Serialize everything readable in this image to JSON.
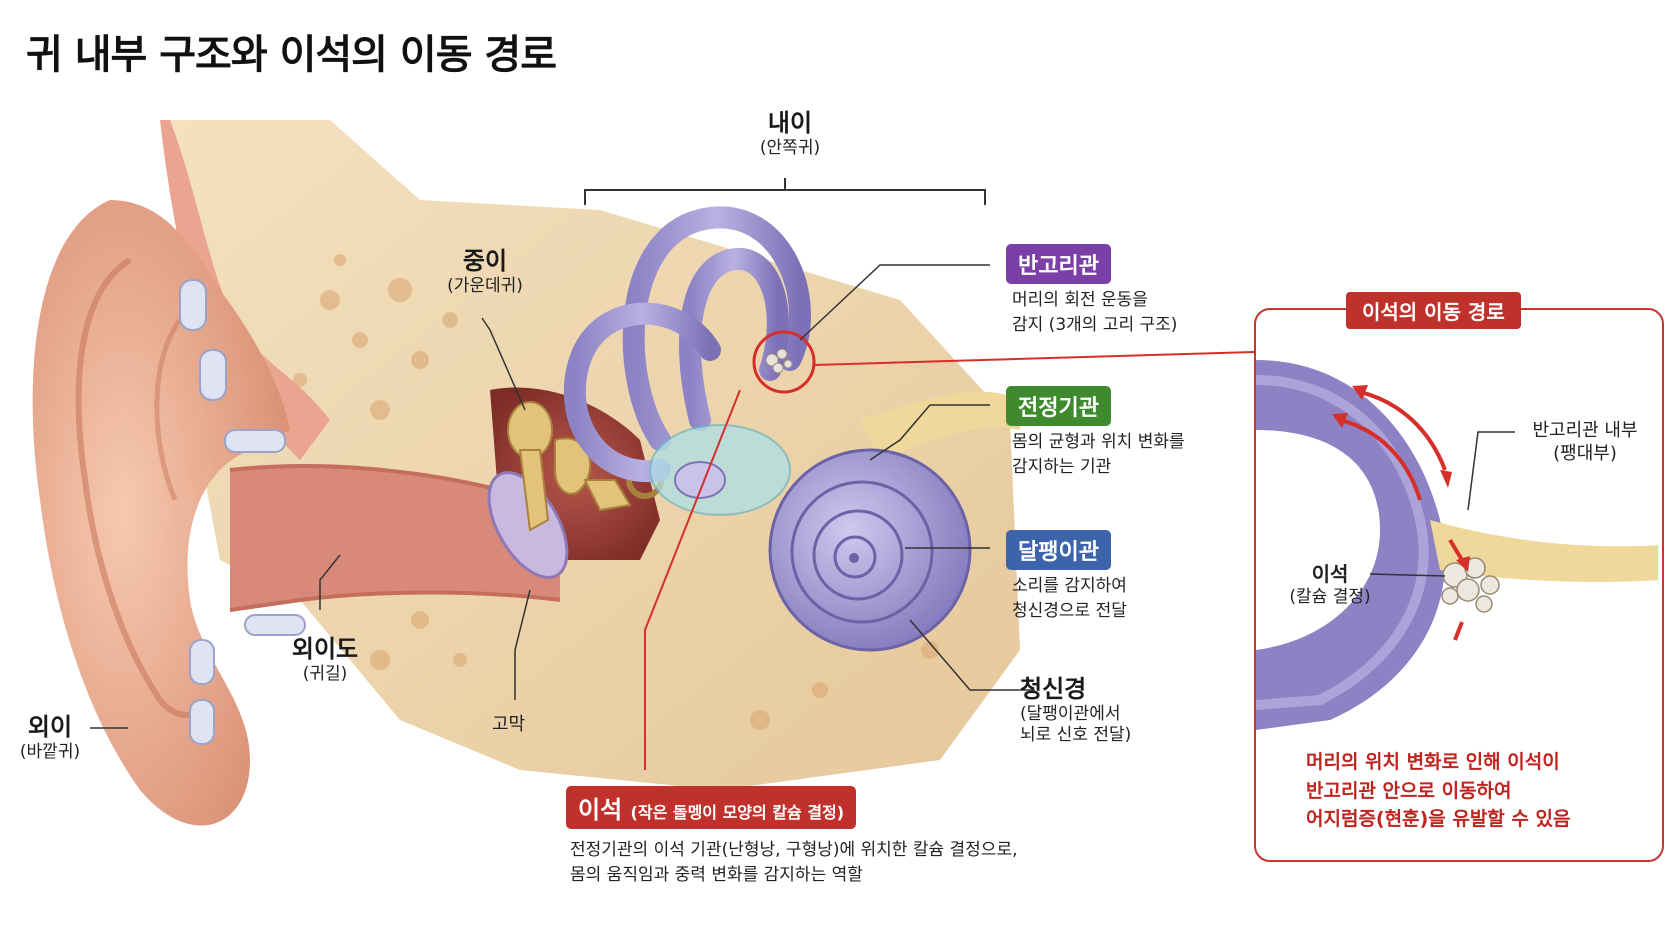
{
  "title": "귀 내부 구조와 이석의 이동 경로",
  "labels": {
    "inner_ear": {
      "name": "내이",
      "sub": "(안쪽귀)"
    },
    "middle_ear": {
      "name": "중이",
      "sub": "(가운데귀)"
    },
    "outer_ear": {
      "name": "외이",
      "sub": "(바깥귀)"
    },
    "ear_canal": {
      "name": "외이도",
      "sub": "(귀길)"
    },
    "eardrum": {
      "name": "고막"
    },
    "auditory_nerve": {
      "name": "청신경",
      "sub1": "(달팽이관에서",
      "sub2": "뇌로 신호 전달)"
    }
  },
  "tags": {
    "semicircular": {
      "name": "반고리관",
      "desc1": "머리의 회전 운동을",
      "desc2": "감지 (3개의 고리 구조)",
      "color": "#7b3fa8"
    },
    "vestibule": {
      "name": "전정기관",
      "desc1": "몸의 균형과 위치 변화를",
      "desc2": "감지하는 기관",
      "color": "#3f8a2f"
    },
    "cochlea": {
      "name": "달팽이관",
      "desc1": "소리를 감지하여",
      "desc2": "청신경으로 전달",
      "color": "#3d63a8"
    },
    "otolith": {
      "name": "이석",
      "name_sub": "(작은 돌멩이 모양의 칼슘 결정)",
      "desc1": "전정기관의 이석 기관(난형낭, 구형낭)에 위치한 칼슘 결정으로,",
      "desc2": "몸의 움직임과 중력 변화를 감지하는 역할",
      "color": "#c0312b"
    }
  },
  "inset": {
    "title": "이석의 이동 경로",
    "canal_label": "반고리관 내부",
    "canal_label_sub": "(팽대부)",
    "otolith_label": "이석",
    "otolith_label_sub": "(칼슘 결정)",
    "note1": "머리의 위치 변화로 인해 이석이",
    "note2": "반고리관 안으로 이동하여",
    "note3": "어지럼증(현훈)을 유발할 수 있음",
    "border_color": "#c8362f"
  }
}
